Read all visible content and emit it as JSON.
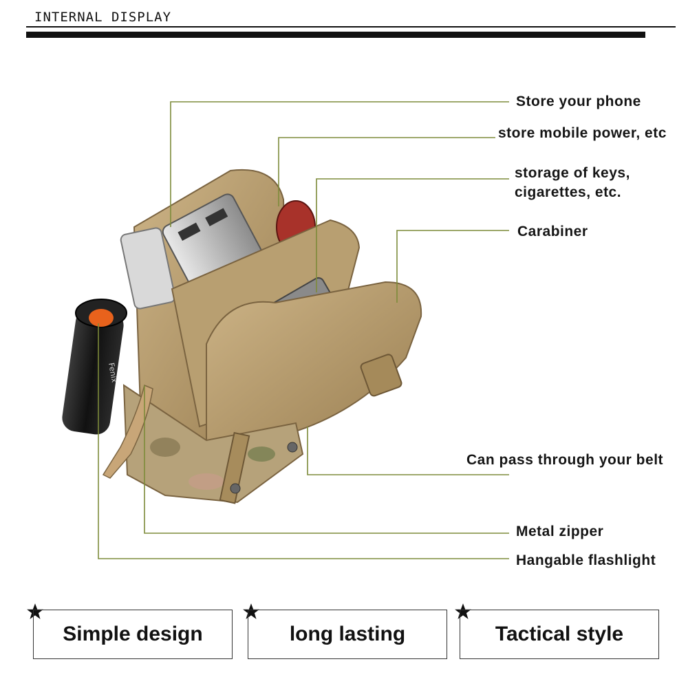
{
  "header": {
    "title": "INTERNAL DISPLAY"
  },
  "product": {
    "flashlight_brand": "Fenix"
  },
  "callouts": [
    {
      "id": "phone",
      "text": "Store your phone"
    },
    {
      "id": "power",
      "text": "store mobile power, etc"
    },
    {
      "id": "keys",
      "text": "storage of keys,\ncigarettes, etc."
    },
    {
      "id": "carabiner",
      "text": "Carabiner"
    },
    {
      "id": "belt",
      "text": "Can pass through your belt"
    },
    {
      "id": "zipper",
      "text": "Metal zipper"
    },
    {
      "id": "flashlight",
      "text": "Hangable flashlight"
    }
  ],
  "features": [
    {
      "label": "Simple design"
    },
    {
      "label": "long lasting"
    },
    {
      "label": "Tactical style"
    }
  ],
  "colors": {
    "leader_line": "#7d8b3a",
    "text": "#151515",
    "pouch_tan": "#b59a6a"
  }
}
